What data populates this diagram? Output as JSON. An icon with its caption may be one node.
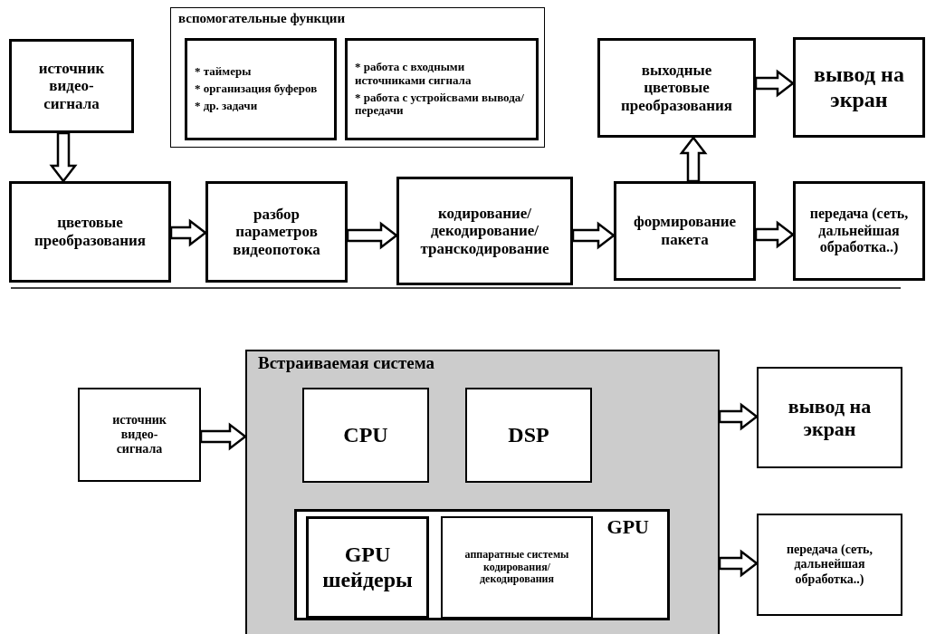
{
  "diagram": {
    "nodes": [
      {
        "text": [
          "вспомогательные функции"
        ]
      },
      {
        "text": [
          "* таймеры",
          "* организация буферов",
          "* др. задачи"
        ],
        "in": 0
      },
      {
        "text": [
          "* работа с входными источниками сигнала",
          "* работа с устройсвами вывода/передачи"
        ],
        "in": 0
      },
      {
        "text": [
          "источник видео- сигнала"
        ]
      },
      {
        "text": [
          "цветовые преобразования"
        ]
      },
      {
        "text": [
          "разбор параметров видеопотока"
        ]
      },
      {
        "text": [
          "кодирование/ декодирование/ транскодирование"
        ]
      },
      {
        "text": [
          "выходные цветовые преобразования"
        ]
      },
      {
        "text": [
          "вывод на экран"
        ]
      },
      {
        "text": [
          "формирование пакета"
        ]
      },
      {
        "text": [
          "передача (сеть, дальнейшая обработка..)"
        ]
      },
      {
        "text": [
          "источник видео- сигнала"
        ]
      },
      {
        "text": [
          "Встраиваемая система"
        ]
      },
      {
        "text": [
          "CPU"
        ],
        "in": 12
      },
      {
        "text": [
          "DSP"
        ],
        "in": 12
      },
      {
        "text": [
          "GPU"
        ],
        "in": 12
      },
      {
        "text": [
          "GPU шейдеры"
        ],
        "in": 15
      },
      {
        "text": [
          "аппаратные системы кодирования/ декодирования"
        ],
        "in": 15
      },
      {
        "text": [
          "вывод на экран"
        ]
      },
      {
        "text": [
          "передача (сеть, дальнейшая обработка..)"
        ]
      }
    ],
    "edges": [
      {
        "from": 3,
        "to": 4,
        "arrow": "to"
      },
      {
        "from": 4,
        "to": 5,
        "arrow": "to"
      },
      {
        "from": 5,
        "to": 6,
        "arrow": "to"
      },
      {
        "from": 6,
        "to": 9,
        "arrow": "to"
      },
      {
        "from": 9,
        "to": 7,
        "arrow": "to"
      },
      {
        "from": 7,
        "to": 8,
        "arrow": "to"
      },
      {
        "from": 9,
        "to": 10,
        "arrow": "to"
      },
      {
        "from": 11,
        "to": 12,
        "arrow": "to"
      },
      {
        "from": 12,
        "to": 18,
        "arrow": "to"
      },
      {
        "from": 12,
        "to": 19,
        "arrow": "to"
      }
    ]
  }
}
